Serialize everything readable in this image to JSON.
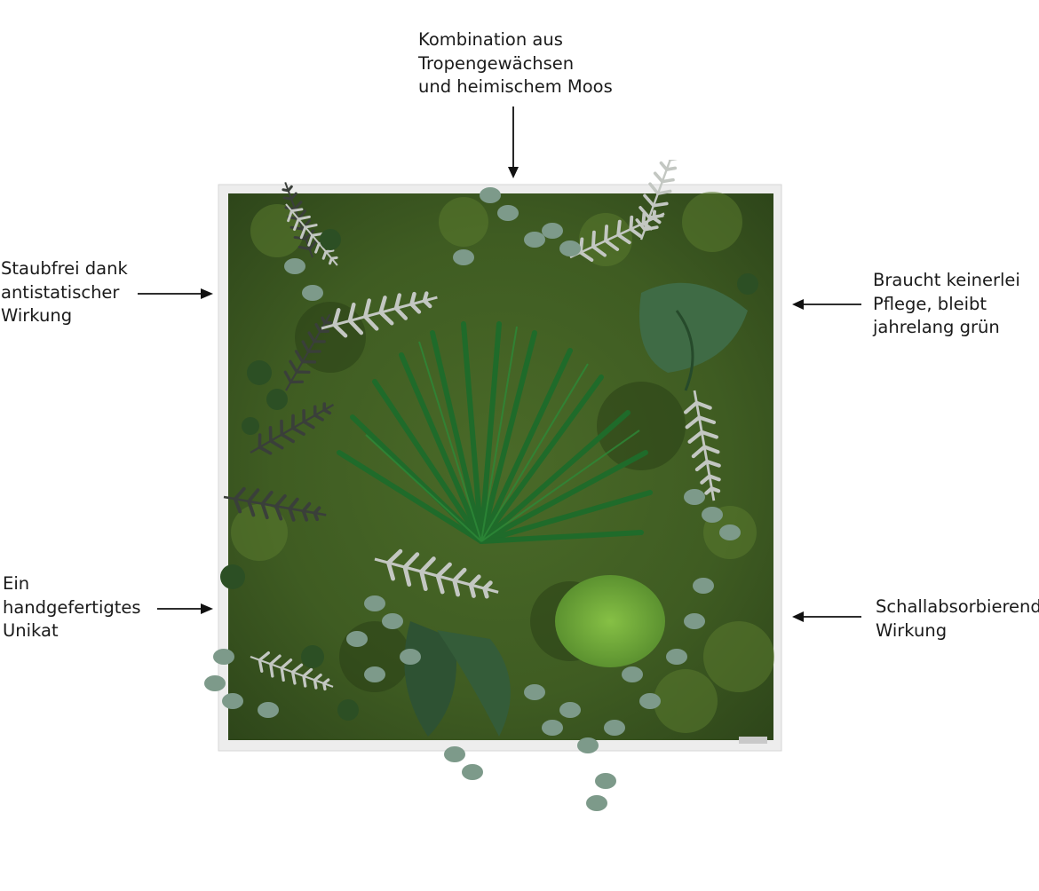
{
  "annotations": {
    "top": [
      "Kombination aus",
      "Tropengewächsen",
      "und heimischem Moos"
    ],
    "left_upper": [
      "Staubfrei dank",
      "antistatischer",
      "Wirkung"
    ],
    "right_upper": [
      "Braucht keinerlei",
      "Pflege, bleibt",
      "jahrelang grün"
    ],
    "left_lower": [
      "Ein",
      "handgefertigtes",
      "Unikat"
    ],
    "right_lower": [
      "Schallabsorbierend",
      "Wirkung"
    ]
  },
  "colors": {
    "background": "#ffffff",
    "text": "#1a1a1a",
    "frame": "#ececec",
    "moss_dark": "#2f4a1c",
    "moss": "#4f6e2a",
    "moss_bright": "#6fa336",
    "palm": "#1f6b2a",
    "fern_silver": "#b9bdb8",
    "fern_dark": "#3a3f3a",
    "eucalyptus": "#7d9a8a"
  },
  "image": {
    "subject": "square-moss-plant-wall-picture",
    "icons": [
      "arrow-down-icon",
      "arrow-right-icon",
      "arrow-left-icon"
    ]
  }
}
